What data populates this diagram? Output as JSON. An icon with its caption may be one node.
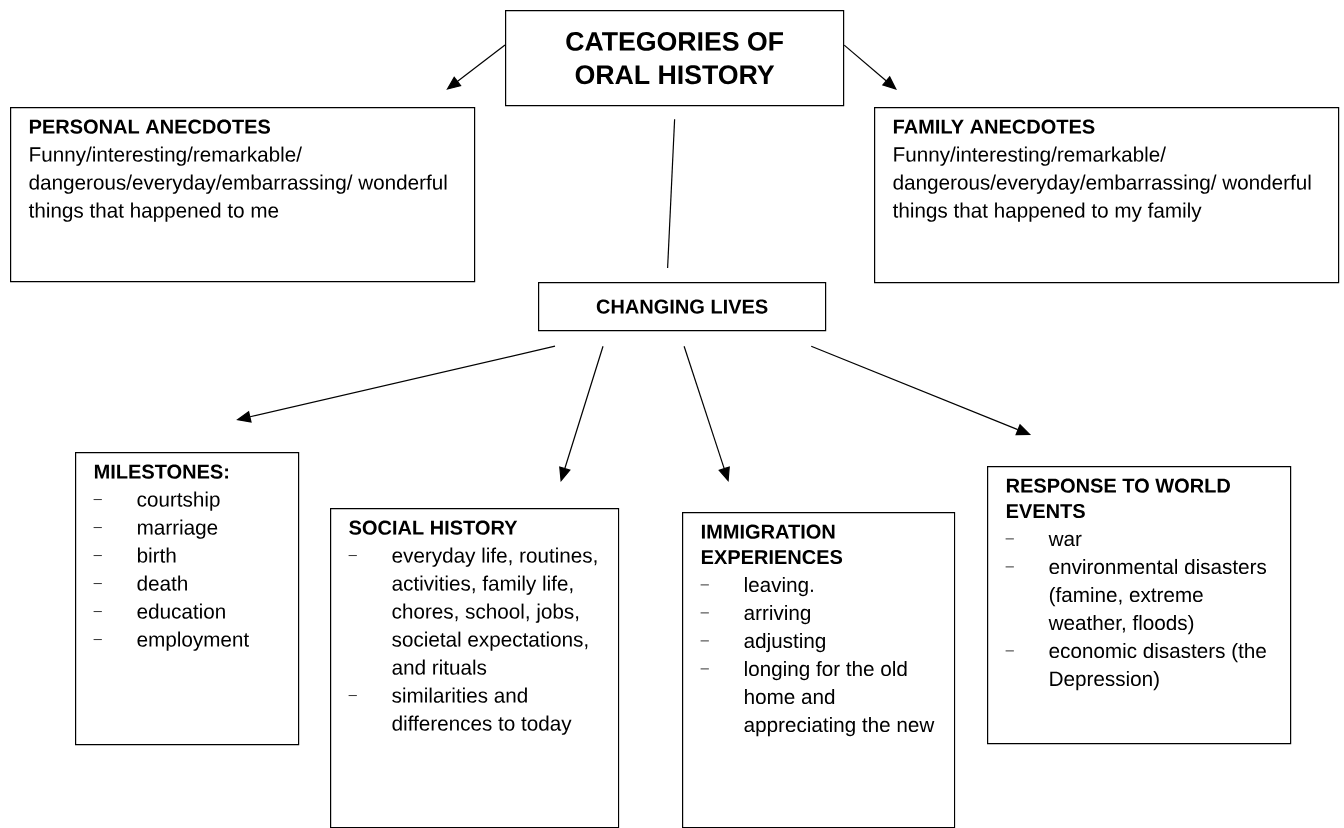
{
  "diagram": {
    "nodes": [
      {
        "text": [
          "CATEGORIES OF ORAL HISTORY"
        ]
      },
      {
        "text": [
          "PERSONAL ANECDOTES",
          "Funny/interesting/remarkable/ dangerous/everyday/embarrassing/ wonderful things that happened to me"
        ]
      },
      {
        "text": [
          "FAMILY ANECDOTES",
          "Funny/interesting/remarkable/ dangerous/everyday/embarrassing/ wonderful things that happened to my family"
        ]
      },
      {
        "text": [
          "CHANGING LIVES"
        ]
      },
      {
        "text": [
          "MILESTONES:",
          "courtship",
          "marriage",
          "birth",
          "death",
          "education",
          "employment"
        ]
      },
      {
        "text": [
          "SOCIAL HISTORY",
          "everyday life, routines, activities, family life, chores, school, jobs, societal expectations, and rituals",
          "similarities and differences to today"
        ]
      },
      {
        "text": [
          "IMMIGRATION EXPERIENCES",
          "leaving.",
          "arriving",
          "adjusting",
          "longing for the old home and appreciating the new"
        ]
      },
      {
        "text": [
          "RESPONSE TO WORLD EVENTS",
          "war",
          "environmental disasters (famine, extreme weather, floods)",
          "economic disasters (the Depression)"
        ]
      }
    ],
    "edges": [
      {
        "from": 0,
        "to": 1,
        "arrow": "to"
      },
      {
        "from": 0,
        "to": 2,
        "arrow": "to"
      },
      {
        "from": 0,
        "to": 3,
        "arrow": "none"
      },
      {
        "from": 3,
        "to": 4,
        "arrow": "to"
      },
      {
        "from": 3,
        "to": 5,
        "arrow": "to"
      },
      {
        "from": 3,
        "to": 6,
        "arrow": "to"
      },
      {
        "from": 3,
        "to": 7,
        "arrow": "to"
      }
    ]
  }
}
